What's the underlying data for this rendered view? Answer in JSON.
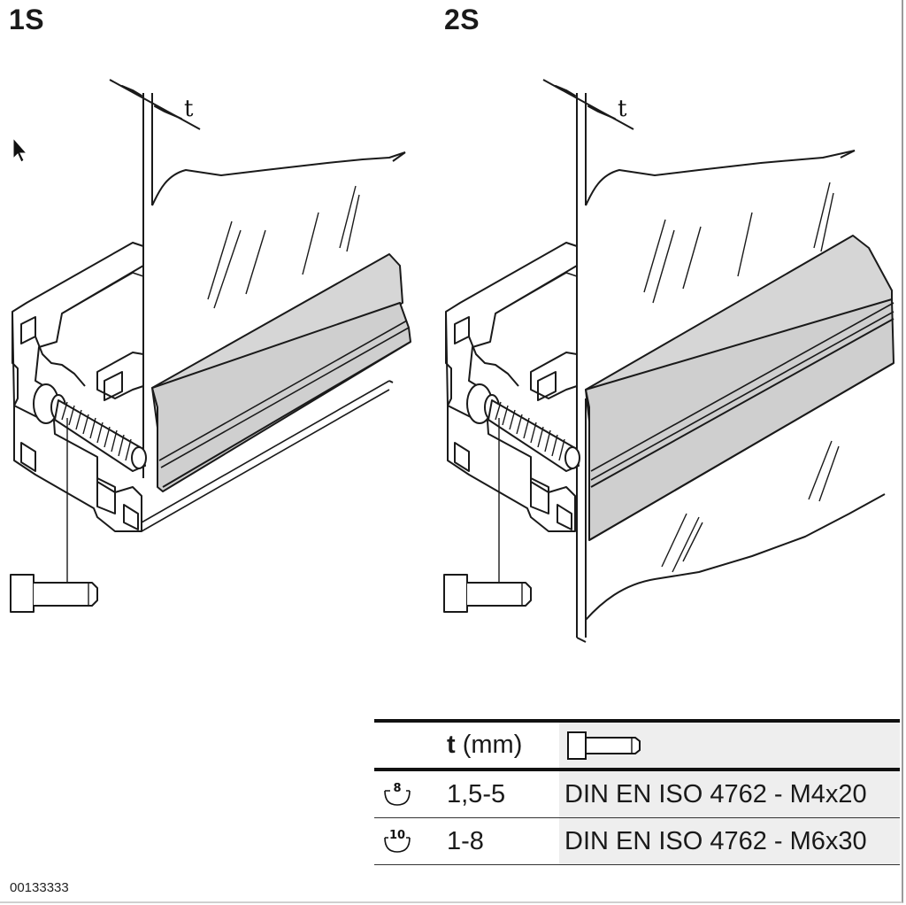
{
  "panels": [
    {
      "label": "1S"
    },
    {
      "label": "2S"
    }
  ],
  "dimension_label": "t",
  "table": {
    "header": {
      "t_symbol": "t",
      "t_unit": "(mm)",
      "screw_icon": "screw-icon"
    },
    "rows": [
      {
        "tool_size": "8",
        "thickness": "1,5-5",
        "screw": "DIN EN ISO 4762 - M4x20"
      },
      {
        "tool_size": "10",
        "thickness": "1-8",
        "screw": "DIN EN ISO 4762 - M6x30"
      }
    ]
  },
  "document_id": "00133333",
  "colors": {
    "line": "#1a1a1a",
    "profile_fill": "#ffffff",
    "seal_fill": "#d6d6d6",
    "table_shade": "#eeeeee"
  }
}
